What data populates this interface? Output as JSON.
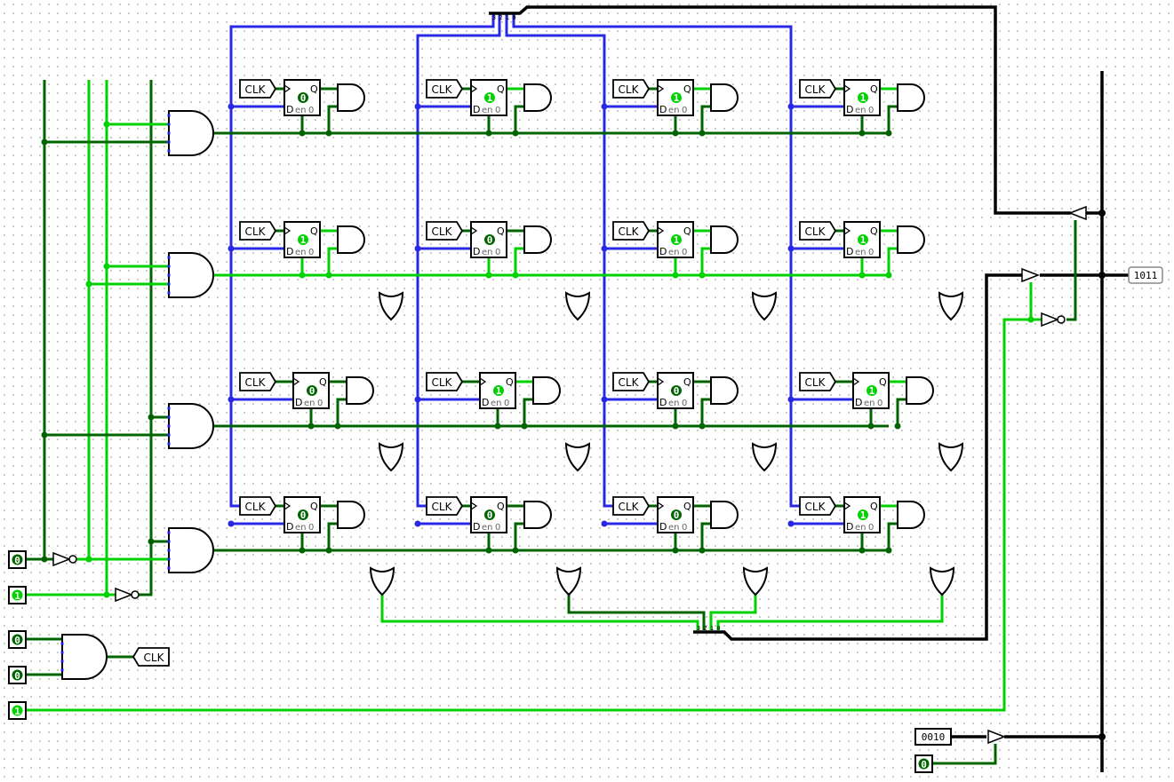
{
  "app": "Logisim circuit canvas",
  "colors": {
    "wire_off": "#006400",
    "wire_on": "#00d200",
    "bus": "#000000",
    "bus_blue": "#2828e6",
    "gate_stroke": "#000000",
    "pin_dot": "#2020ff"
  },
  "inputs": {
    "addr_bit0": "0",
    "addr_bit1": "1",
    "clk_a": "0",
    "clk_b": "0",
    "write_enable": "1",
    "buffer_enable": "0",
    "const_value": "0010"
  },
  "output_probe": "1011",
  "clock_label": "CLK",
  "register_text": {
    "q": "Q",
    "d": "D",
    "en": "en",
    "zero": "0"
  },
  "splitter_labels": [
    "3",
    "2",
    "1",
    "0"
  ],
  "registers": [
    [
      "0",
      "1",
      "1",
      "1"
    ],
    [
      "1",
      "0",
      "1",
      "1"
    ],
    [
      "0",
      "1",
      "0",
      "1"
    ],
    [
      "0",
      "0",
      "0",
      "1"
    ]
  ]
}
